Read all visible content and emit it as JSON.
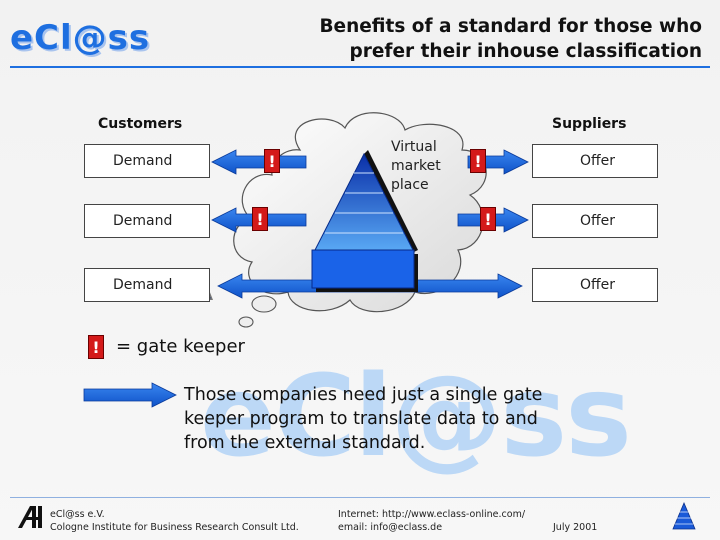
{
  "header": {
    "logo": "eCl@ss",
    "title_line1": "Benefits of a standard for those who",
    "title_line2": "prefer their inhouse classification"
  },
  "diagram": {
    "customers_label": "Customers",
    "suppliers_label": "Suppliers",
    "demand_boxes": [
      "Demand",
      "Demand",
      "Demand"
    ],
    "offer_boxes": [
      "Offer",
      "Offer",
      "Offer"
    ],
    "gate_symbol": "!",
    "cloud_label_line1": "Virtual",
    "cloud_label_line2": "market",
    "cloud_label_line3": "place"
  },
  "legend": {
    "gate_symbol": "!",
    "gate_text": "= gate keeper"
  },
  "explanation": {
    "line1": "Those companies need just a single gate",
    "line2": "keeper program to translate data to and",
    "line3": "from the external standard."
  },
  "watermark": "eCl@ss",
  "footer": {
    "org_line1": "eCl@ss e.V.",
    "org_line2": "Cologne Institute for Business Research Consult Ltd.",
    "internet": "Internet: http://www.eclass-online.com/",
    "email": "email: info@eclass.de",
    "date": "July 2001"
  },
  "colors": {
    "brand_blue": "#1e6fe0",
    "arrow_blue": "#1560e0",
    "gate_red": "#d41a1a"
  }
}
